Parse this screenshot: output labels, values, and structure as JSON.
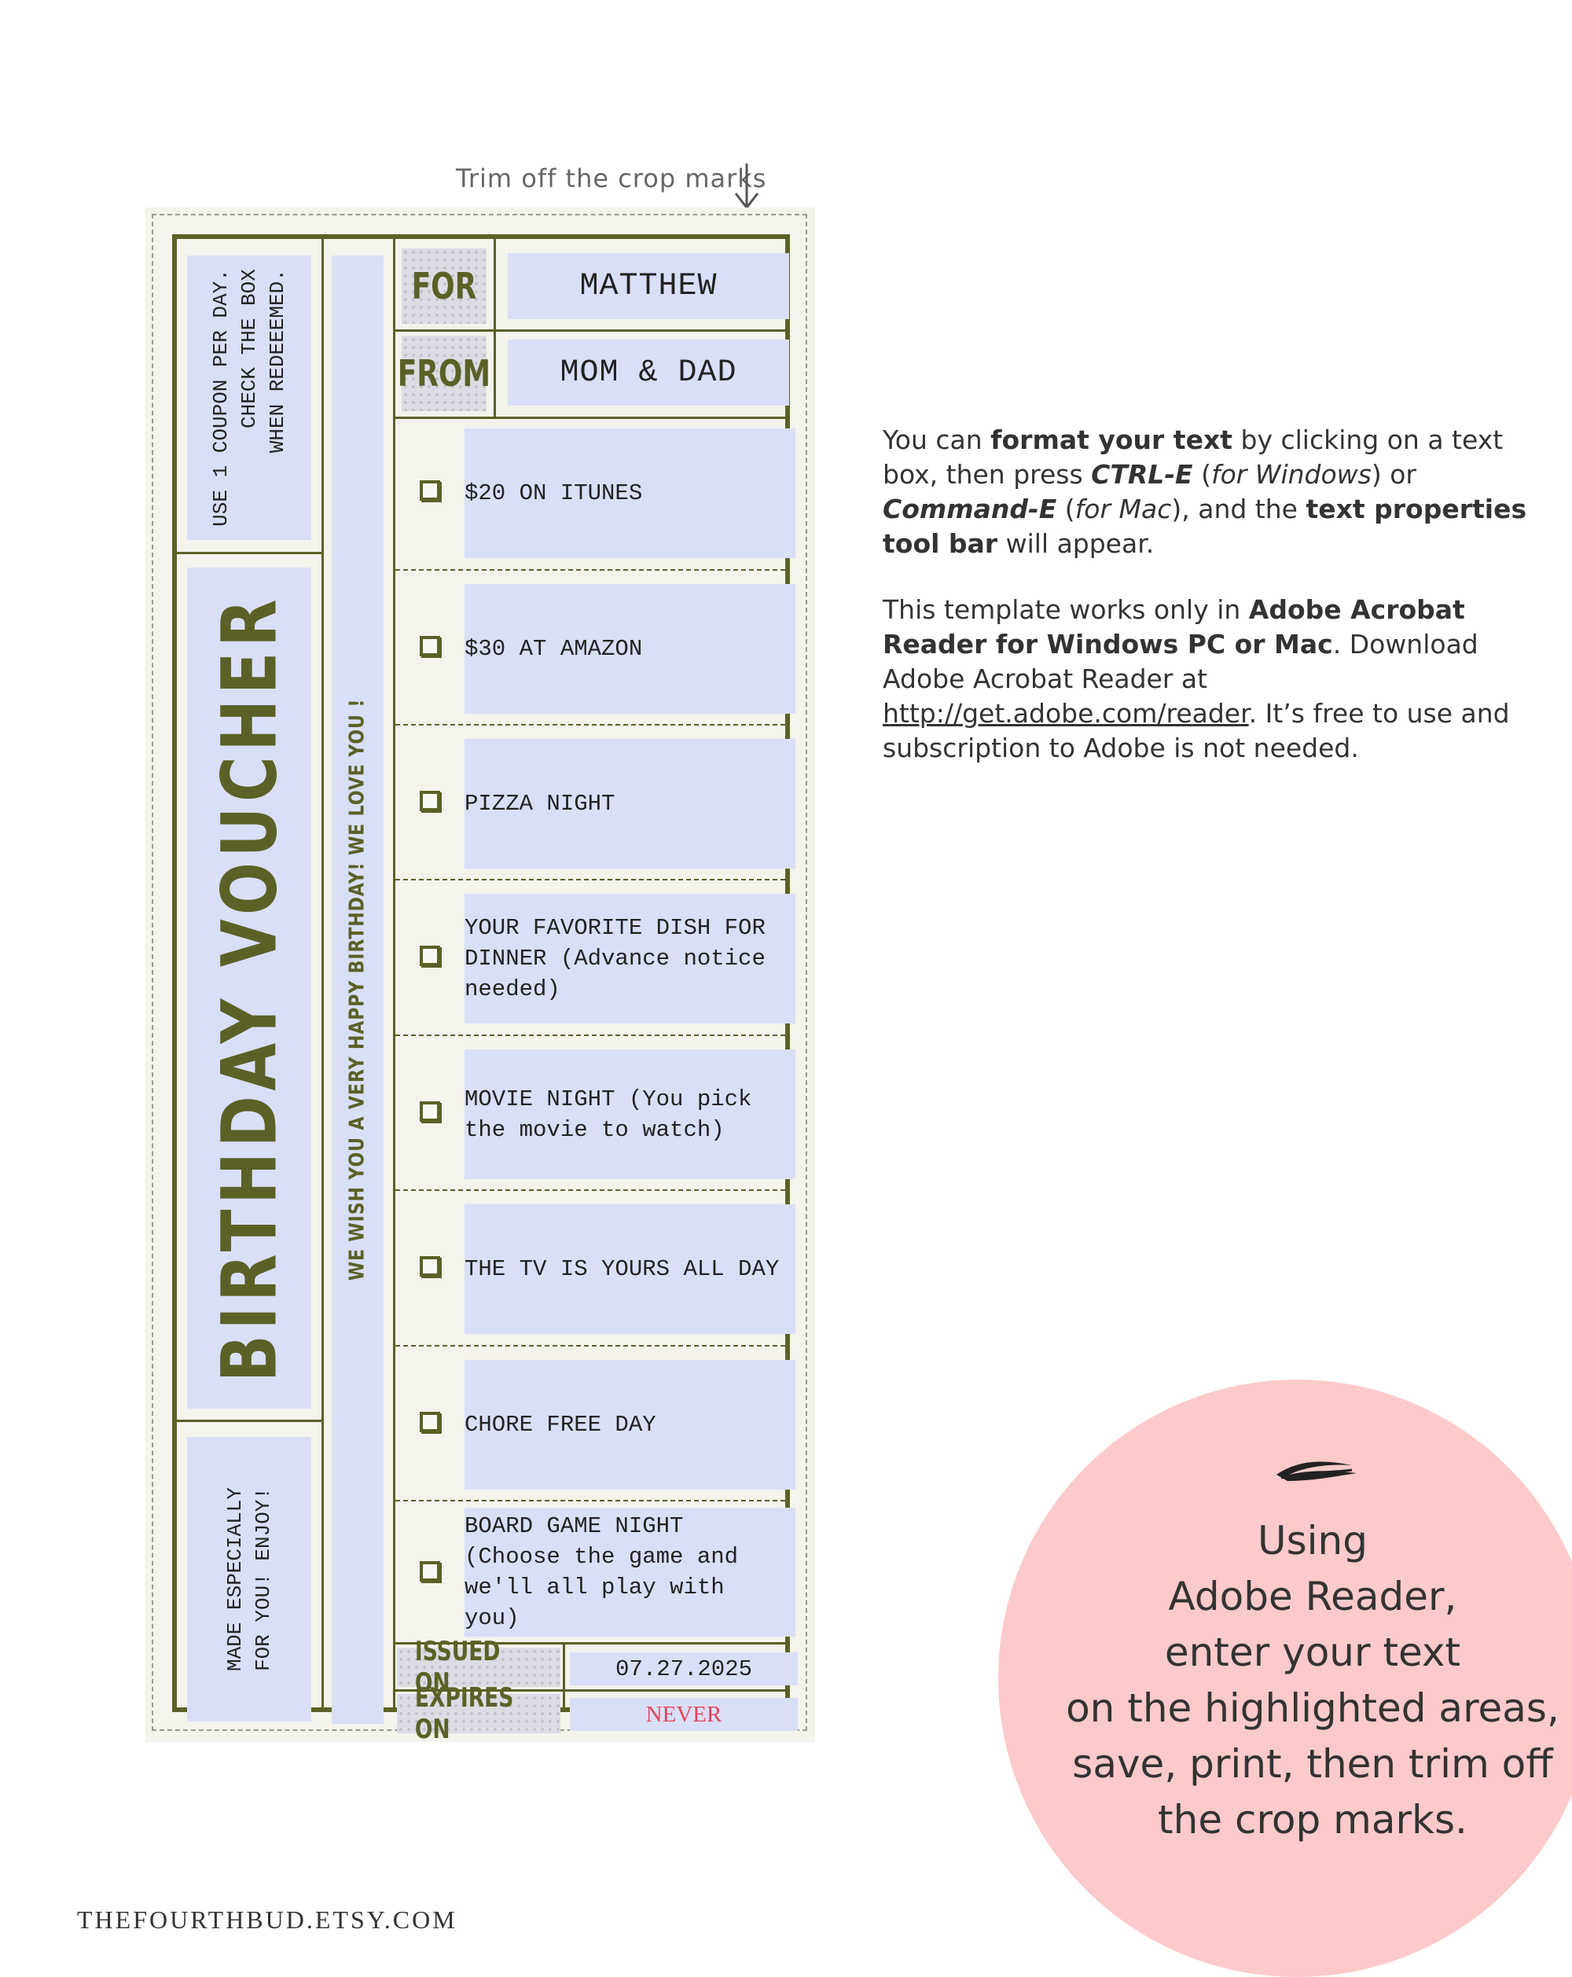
{
  "crop_note": "Trim off the crop marks",
  "voucher": {
    "rules": "USE 1 COUPON PER DAY.\nCHECK THE BOX\nWHEN REDEEEMED.",
    "title": "BIRTHDAY VOUCHER",
    "made_for": "MADE ESPECIALLY\nFOR YOU! ENJOY!",
    "wish": "WE WISH YOU A VERY HAPPY BIRTHDAY! WE LOVE YOU !",
    "for_label": "FOR",
    "for_value": "MATTHEW",
    "from_label": "FROM",
    "from_value": "MOM & DAD",
    "items": [
      {
        "text": "$20 ON ITUNES"
      },
      {
        "text": "$30 AT AMAZON"
      },
      {
        "text": "PIZZA NIGHT"
      },
      {
        "text": "YOUR FAVORITE DISH FOR DINNER (Advance notice needed)"
      },
      {
        "text": "MOVIE NIGHT (You pick the movie to watch)"
      },
      {
        "text": "THE TV IS YOURS ALL DAY"
      },
      {
        "text": "CHORE FREE DAY"
      },
      {
        "text": "BOARD GAME NIGHT (Choose the game and we'll all play with you)"
      }
    ],
    "issued_label": "ISSUED ON",
    "issued_value": "07.27.2025",
    "expires_label": "EXPIRES ON",
    "expires_value": "NEVER"
  },
  "instructions": {
    "p1": {
      "a": "You can ",
      "b": "format your text",
      "c": " by clicking on a text box, then press ",
      "d": "CTRL-E",
      "e": " (",
      "f": "for Windows",
      "g": ") or ",
      "h": "Command-E",
      "i": " (",
      "j": "for Mac",
      "k": "), and the ",
      "l": "text properties tool bar",
      "m": " will appear."
    },
    "p2": {
      "a": "This template works only in ",
      "b": "Adobe Acrobat Reader for Windows PC or Mac",
      "c": ".  Download Adobe Acrobat Reader at ",
      "link": "http://get.adobe.com/reader",
      "d": ". It’s free to use and subscription to Adobe is not needed."
    }
  },
  "circle_text": "Using\nAdobe Reader,\nenter your text\non the highlighted areas,\nsave, print, then trim off\nthe crop marks.",
  "footer": "THEFOURTHBUD.ETSY.COM",
  "colors": {
    "olive": "#5b6126",
    "highlight": "#dadff8",
    "pink": "#fccaca",
    "never": "#e0455d"
  }
}
